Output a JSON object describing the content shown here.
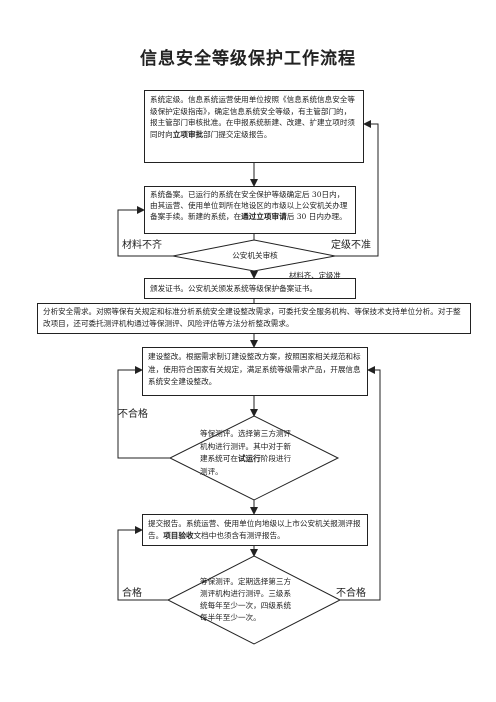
{
  "title": "信息安全等级保护工作流程",
  "step1": {
    "pre": "系统定级。信息系统运营使用单位按照《信息系统信息安全等级保护定级指南》，确定信息系统安全等级，有主管部门的，报主管部门审核批准。在申报系统新建、改建、扩建立项时须同时向",
    "bold": "立项审批",
    "post": "部门提交定级报告。"
  },
  "step2": {
    "pre": "系统备案。已运行的系统在安全保护等级确定后 30日内，由其运营、使用单位到所在地设区的市级以上公安机关办理备案手续。新建的系统，在",
    "bold": "通过立项审请",
    "post": "后 30 日内办理。"
  },
  "diamond1": {
    "text": "公安机关审核"
  },
  "labels": {
    "incomplete": "材料不齐",
    "level_wrong": "定级不准",
    "complete": "材料齐、定级准",
    "fail1": "不合格",
    "pass": "合格",
    "fail2": "不合格"
  },
  "step3": {
    "text": "颁发证书。公安机关颁发系统等级保护备案证书。"
  },
  "step4": {
    "text": "分析安全需求。对照等保有关规定和标准分析系统安全建设整改需求，可委托安全服务机构、等保技术支持单位分析。对于整改项目，还可委托测评机构通过等保测评、风险评估等方法分析整改需求。"
  },
  "step5": {
    "text": "建设整改。根据需求制订建设整改方案，按照国家相关规范和标准，使用符合国家有关规定，满足系统等级需求产品，开展信息系统安全建设整改。"
  },
  "diamond2": {
    "pre": "等保测评。选择第三方测评机构进行测评。其中对于新建系统可在",
    "bold": "试运行",
    "post": "阶段进行测评。"
  },
  "step6": {
    "pre": "提交报告。系统运营、使用单位向地级以上市公安机关报测评报告。",
    "bold": "项目验收",
    "post": "文档中也须含有测评报告。"
  },
  "diamond3": {
    "text": "等保测评。定期选择第三方测评机构进行测评。三级系统每年至少一次，四级系统每半年至少一次。"
  }
}
